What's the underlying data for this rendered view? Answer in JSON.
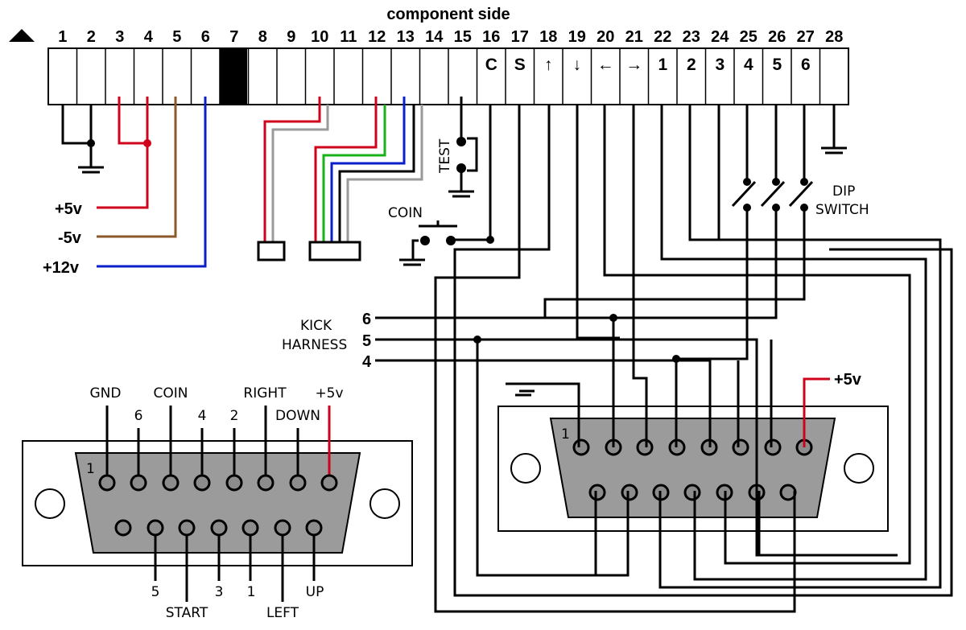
{
  "title": "component side",
  "edge_connector": {
    "pin_numbers": [
      "1",
      "2",
      "3",
      "4",
      "5",
      "6",
      "7",
      "8",
      "9",
      "10",
      "11",
      "12",
      "13",
      "14",
      "15",
      "16",
      "17",
      "18",
      "19",
      "20",
      "21",
      "22",
      "23",
      "24",
      "25",
      "26",
      "27",
      "28"
    ],
    "slot_labels": {
      "16": "C",
      "17": "S",
      "18": "↑",
      "19": "↓",
      "20": "←",
      "21": "→",
      "22": "1",
      "23": "2",
      "24": "3",
      "25": "4",
      "26": "5",
      "27": "6"
    },
    "key_pin": "7"
  },
  "power": {
    "plus5": "+5v",
    "minus5": "-5v",
    "plus12": "+12v"
  },
  "labels": {
    "test": "TEST",
    "coin": "COIN",
    "dip": "DIP",
    "switch": "SWITCH",
    "kick": "KICK",
    "harness": "HARNESS",
    "kick_6": "6",
    "kick_5": "5",
    "kick_4": "4",
    "right_plus5": "+5v",
    "right_pin1": "1"
  },
  "left_db15": {
    "pin1": "1",
    "top_labels": {
      "gnd": "GND",
      "six": "6",
      "coin": "COIN",
      "four": "4",
      "two": "2",
      "right": "RIGHT",
      "down": "DOWN",
      "plus5": "+5v"
    },
    "bottom_labels": {
      "five": "5",
      "start": "START",
      "three": "3",
      "one": "1",
      "left": "LEFT",
      "up": "UP"
    }
  },
  "colors": {
    "red": "#d0021b",
    "brown": "#8b5a2b",
    "blue": "#0a1fc8",
    "gray": "#9a9a9a",
    "green": "#19b219",
    "pin_fill": "#8c8c8c"
  }
}
